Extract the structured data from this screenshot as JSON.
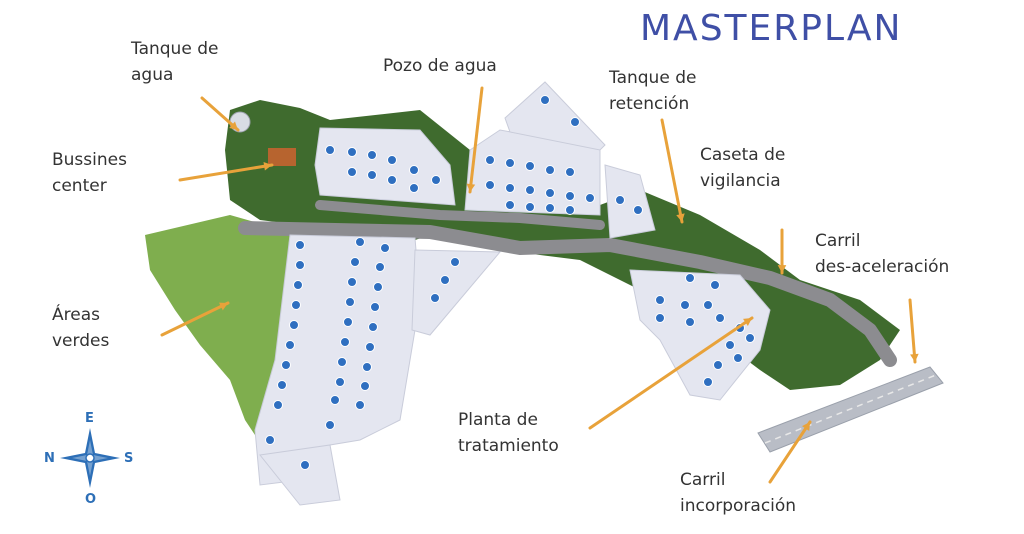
{
  "title": "MASTERPLAN",
  "labels": {
    "tanque_agua": [
      "Tanque de",
      "agua"
    ],
    "bussines_center": [
      "Bussines",
      "center"
    ],
    "areas_verdes": [
      "Áreas",
      "verdes"
    ],
    "pozo_agua": [
      "Pozo de agua"
    ],
    "tanque_retencion": [
      "Tanque de",
      "retención"
    ],
    "caseta_vigilancia": [
      "Caseta de",
      "vigilancia"
    ],
    "carril_desaceleracion": [
      "Carril",
      "des-aceleración"
    ],
    "planta_tratamiento": [
      "Planta de",
      "tratamiento"
    ],
    "carril_incorporacion": [
      "Carril",
      "incorporación"
    ]
  },
  "compass": {
    "north": "N",
    "south": "S",
    "east": "E",
    "west": "O"
  },
  "colors": {
    "title": "#3f4fa6",
    "arrow": "#e8a23a",
    "lot": "#e4e6f0",
    "road": "#8c8c90",
    "forest": "#3f6b2e",
    "lawn": "#7fae4e",
    "lot_marker": "#2f6fc0",
    "compass": "#2d6fb7"
  }
}
